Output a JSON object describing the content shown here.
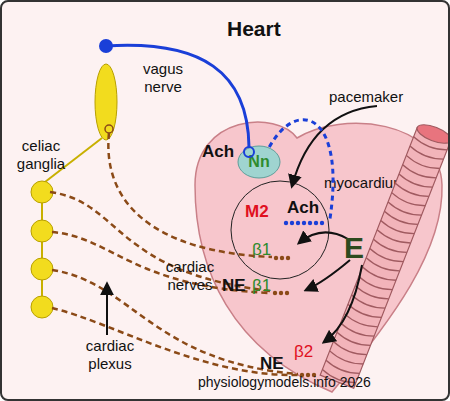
{
  "diagram": {
    "title": "Heart",
    "nodes": [
      {
        "text": [
          "myocardium"
        ]
      },
      {
        "text": [
          "Nn"
        ],
        "in": 0
      },
      {
        "text": [
          "M2",
          "Ach",
          "β1"
        ],
        "in": 0
      }
    ],
    "edges": [
      {
        "from": 1,
        "to": 2,
        "arrow": "none"
      }
    ],
    "labels": [
      "vagus nerve",
      "Ach",
      "pacemaker",
      "NE",
      "β1",
      "E",
      "NE",
      "β2",
      "celiac ganglia",
      "cardiac nerves",
      "cardiac plexus",
      "physiologymodels.info 2026"
    ]
  }
}
